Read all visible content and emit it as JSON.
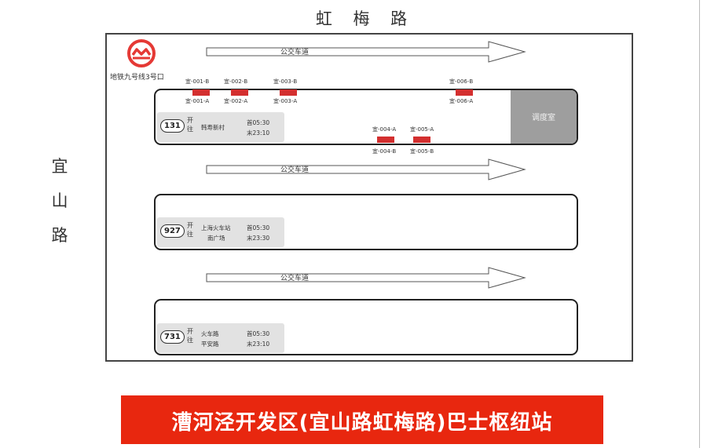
{
  "roads": {
    "top": "虹 梅 路",
    "left": [
      "宜",
      "山",
      "路"
    ]
  },
  "metro": {
    "icon": "shanghai-metro-logo-icon",
    "label": "地铁九号线3号口"
  },
  "lanes": [
    {
      "label": "公交车道"
    },
    {
      "label": "公交车道"
    },
    {
      "label": "公交车道"
    }
  ],
  "platforms": [
    {
      "route": "131",
      "kai": "开往",
      "stops": [
        "韩寿新村"
      ],
      "times": [
        "首05:30",
        "末23:10"
      ],
      "dispatch_label": "调度室"
    },
    {
      "route": "927",
      "kai": "开往",
      "stops": [
        "上海火车站",
        "南广场"
      ],
      "times": [
        "首05:30",
        "末23:30"
      ]
    },
    {
      "route": "731",
      "kai": "开往",
      "stops": [
        "火车路",
        "平安路"
      ],
      "times": [
        "首05:30",
        "末23:10"
      ]
    }
  ],
  "bays": {
    "top_upper": [
      "宜-001-B",
      "宜-002-B",
      "宜-003-B",
      "宜-006-B"
    ],
    "top_lower": [
      "宜-001-A",
      "宜-002-A",
      "宜-003-A",
      "宜-006-A"
    ],
    "mid_upper": [
      "宜-004-A",
      "宜-005-A"
    ],
    "mid_lower": [
      "宜-004-B",
      "宜-005-B"
    ]
  },
  "title": "漕河泾开发区(宜山路虹梅路)巴士枢纽站",
  "colors": {
    "accent": "#e8270f",
    "bay": "#d32f2f",
    "dispatch": "#9e9e9e",
    "metro": "#e53935"
  }
}
